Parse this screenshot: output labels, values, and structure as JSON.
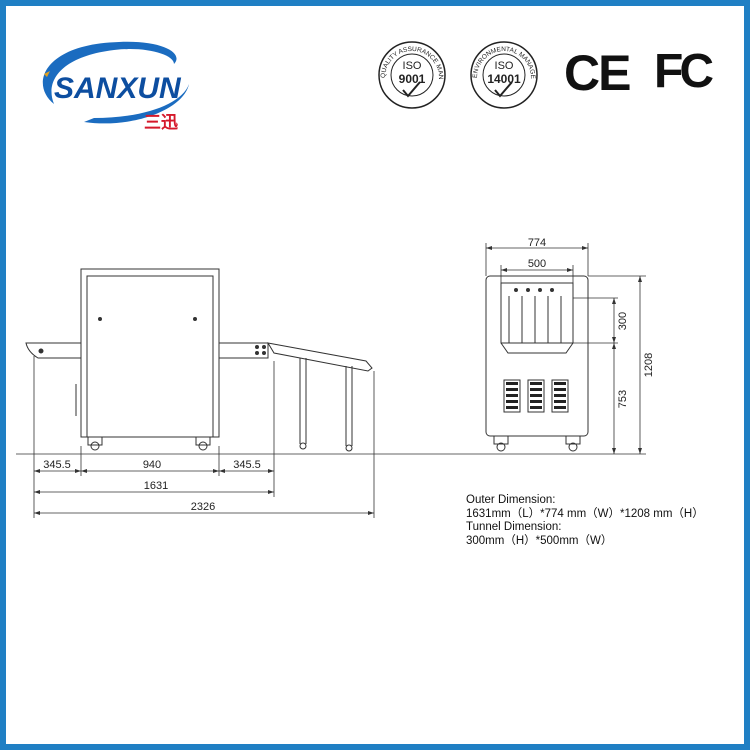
{
  "brand": {
    "name": "SANXUN",
    "name_cn": "三迅",
    "primary_color": "#0d4ea0",
    "accent_color": "#d5192b",
    "border_color": "#1f7fc4"
  },
  "certifications": [
    {
      "ring_text": "QUALITY ASSURANCE MANAGEMENT",
      "label": "ISO",
      "number": "9001"
    },
    {
      "ring_text": "ENVIRONMENTAL MANAGEMENT",
      "label": "ISO",
      "number": "14001"
    },
    {
      "label": "CE"
    },
    {
      "label": "FC"
    }
  ],
  "side_view": {
    "dims": {
      "left_roller": "345.5",
      "body": "940",
      "right_roller": "345.5",
      "machine_length": "1631",
      "total_length": "2326"
    }
  },
  "front_view": {
    "dims": {
      "outer_width": "774",
      "tunnel_width": "500",
      "tunnel_height": "300",
      "total_height": "1208",
      "floor_to_tunnel": "753"
    }
  },
  "spec": {
    "outer_title": "Outer Dimension:",
    "outer_value": "1631mm（L）*774 mm（W）*1208 mm（H）",
    "tunnel_title": "Tunnel Dimension:",
    "tunnel_value": "300mm（H）*500mm（W）"
  }
}
